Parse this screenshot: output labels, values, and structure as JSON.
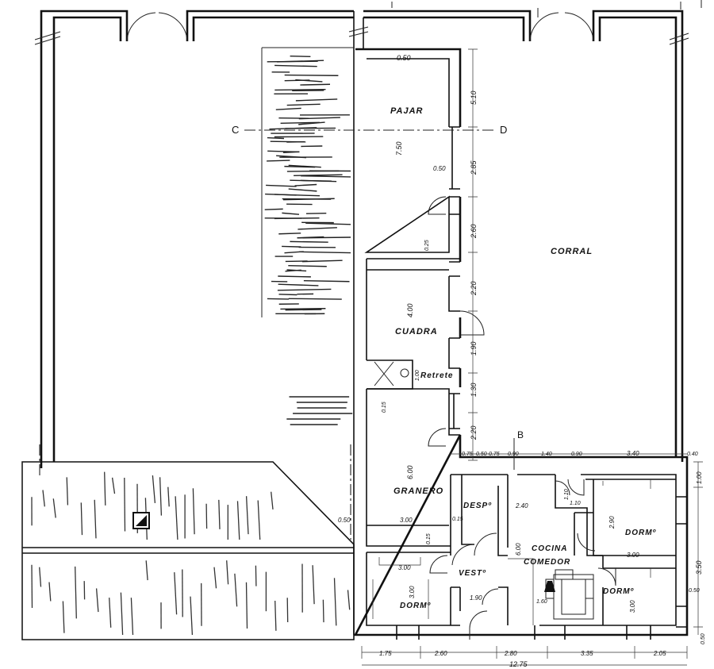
{
  "rooms": {
    "pajar": "PAJAR",
    "corral": "CORRAL",
    "cuadra": "CUADRA",
    "retrete": "Retrete",
    "granero": "GRANERO",
    "despensa": "DESPº",
    "vestibulo": "VESTº",
    "cocina": "COCINA",
    "comedor": "COMEDOR",
    "dormitorio_sw": "DORMº",
    "dormitorio_ne": "DORMº",
    "dormitorio_se": "DORMº"
  },
  "section_marks": {
    "c": "C",
    "d": "D",
    "b": "B"
  },
  "dimensions": {
    "top_wall": "0.50",
    "pajar_span": "5.10",
    "pajar_depth": "7.50",
    "window_wall": "0.50",
    "segment_285": "2.85",
    "segment_260": "2.60",
    "wall_025": "0.25",
    "segment_220a": "2.20",
    "cuadra_depth": "4.00",
    "segment_190a": "1.90",
    "retrete_w": "1.00",
    "segment_130": "1.30",
    "wall_015a": "0.15",
    "segment_220b": "2.20",
    "granero_depth": "6.00",
    "granero_w": "3.00",
    "wall_015b": "0.15",
    "wall_015c": "0.15",
    "wall_050_left": "0.50",
    "row_075a": "0.75",
    "row_050": "0.50",
    "row_075b": "0.75",
    "row_090a": "0.90",
    "row_140": "1.40",
    "row_090b": "0.90",
    "row_340": "3.40",
    "row_040": "0.40",
    "right_100": "1.00",
    "right_350": "3.50",
    "right_050": "0.50",
    "right_050b": "0.50",
    "cocina_240": "2.40",
    "hall_110a": "1.10",
    "hall_110b": "1.10",
    "dorm_ne_290": "2.90",
    "dorm_se_300w": "3.00",
    "dorm_se_300d": "3.00",
    "cocina_600": "6.00",
    "dorm_sw_300w": "3.00",
    "dorm_sw_300d": "3.00",
    "vest_190": "1.90",
    "mesa_160": "1.60",
    "bottom_175": "1.75",
    "bottom_260": "2.60",
    "bottom_280": "2.80",
    "bottom_335": "3.35",
    "bottom_205": "2.05",
    "bottom_total": "12.75"
  }
}
